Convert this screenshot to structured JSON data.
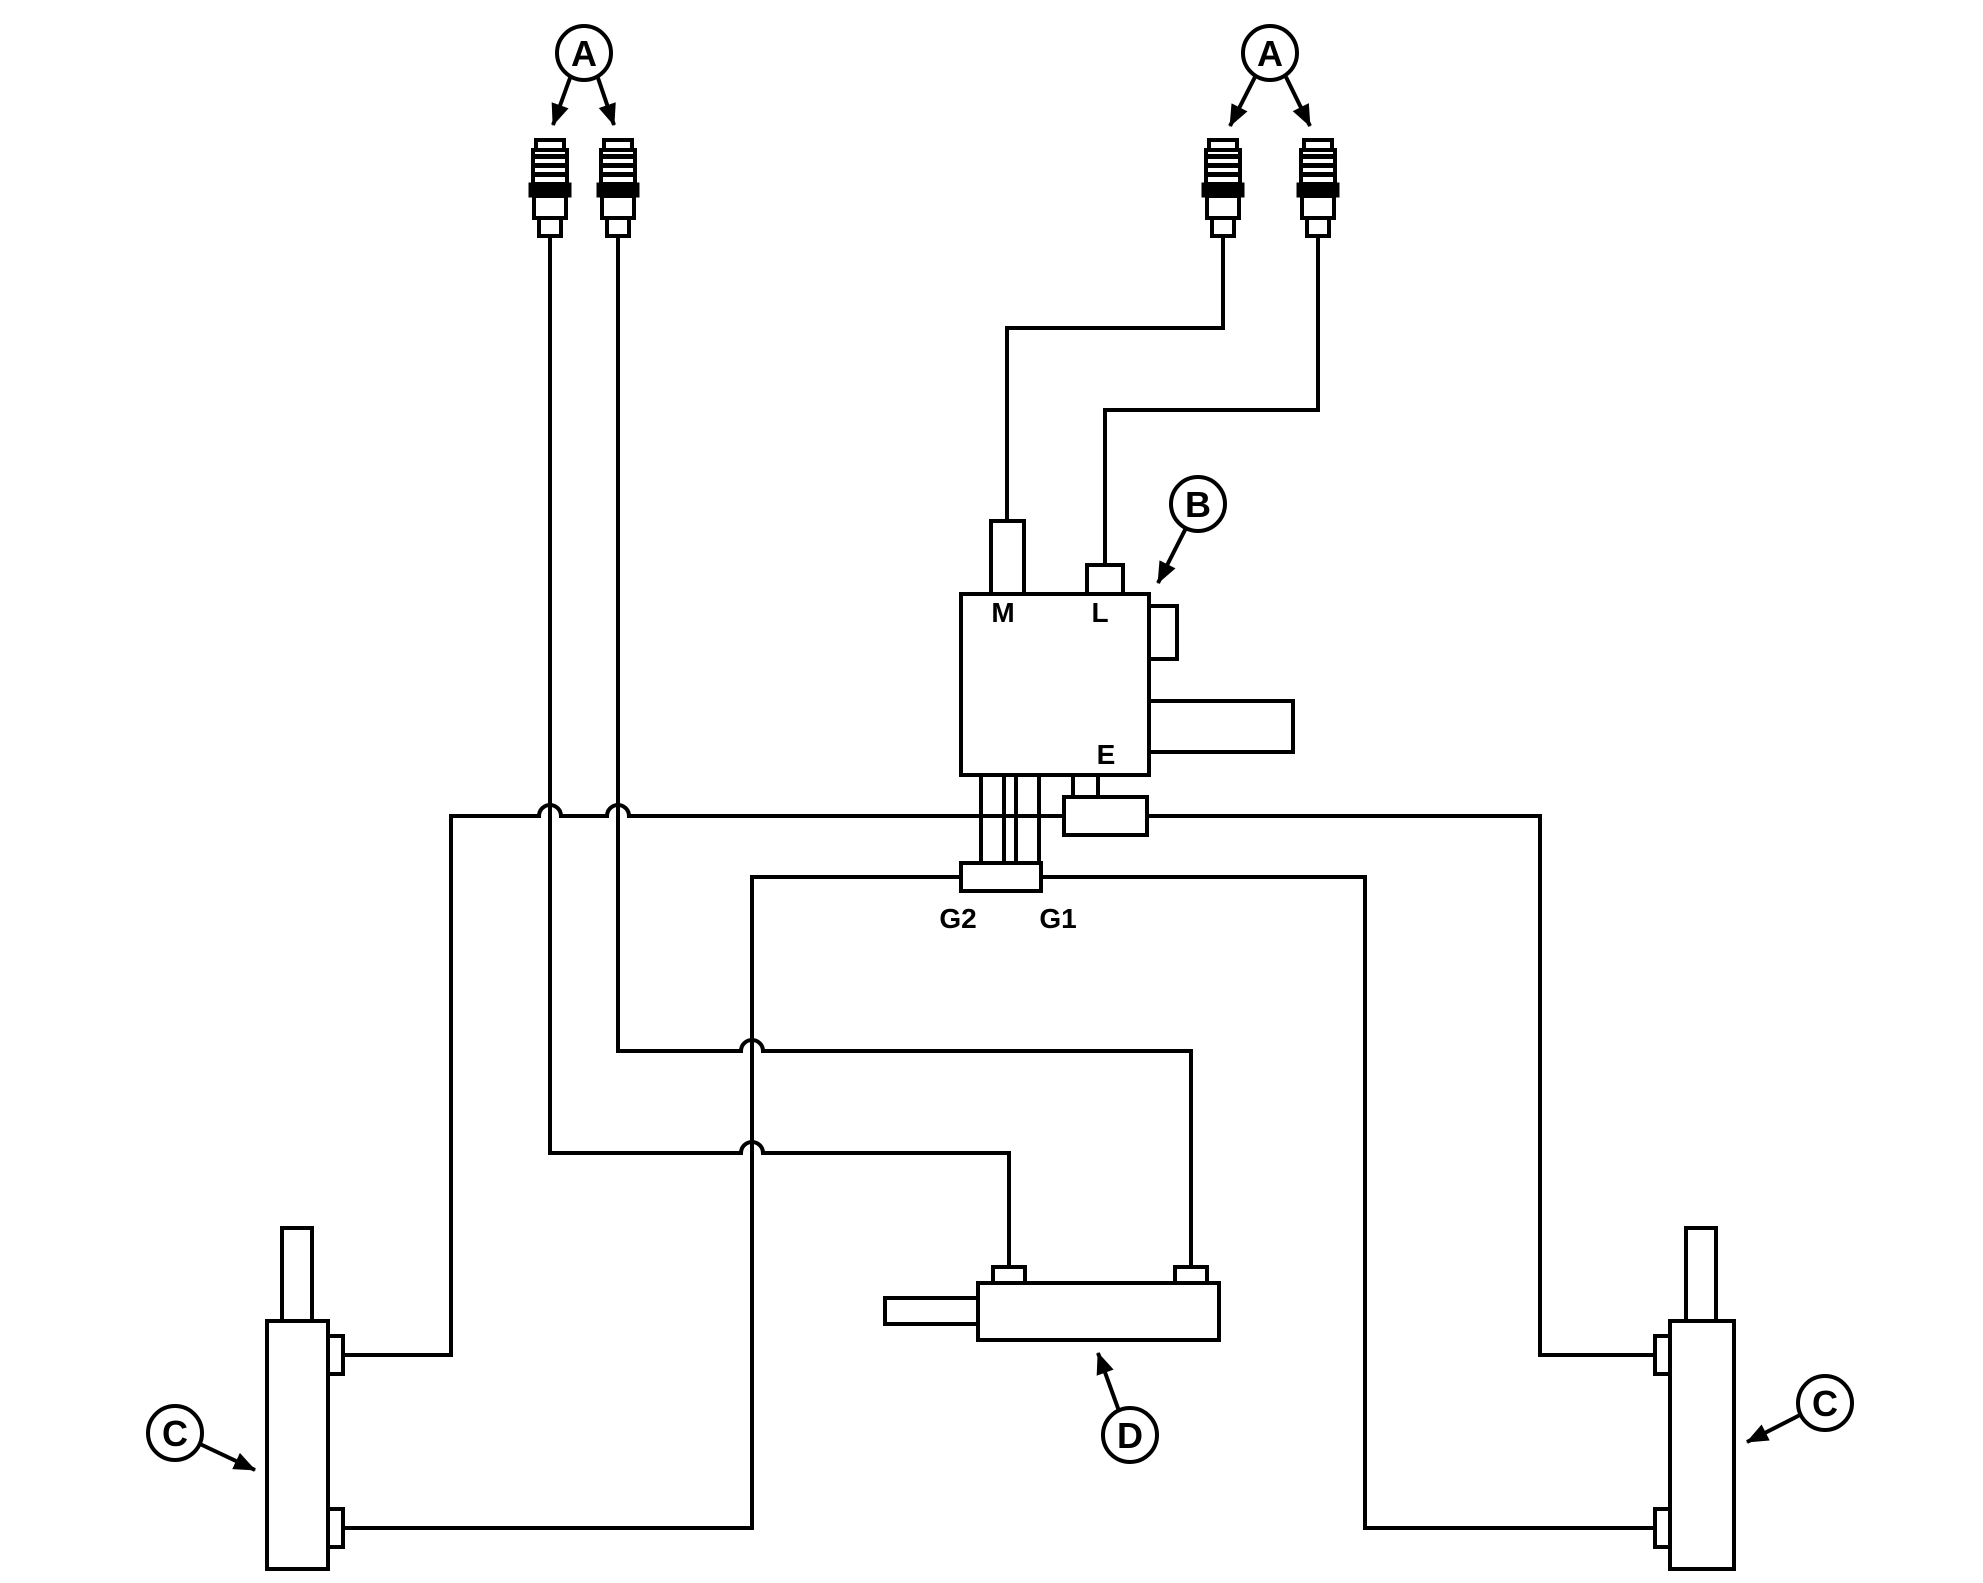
{
  "diagram": {
    "callouts": {
      "a": "A",
      "b": "B",
      "c": "C",
      "d": "D"
    },
    "port_labels": {
      "m": "M",
      "l": "L",
      "e": "E",
      "g2": "G2",
      "g1": "G1"
    },
    "colors": {
      "line": "#000000",
      "background": "#ffffff"
    }
  }
}
